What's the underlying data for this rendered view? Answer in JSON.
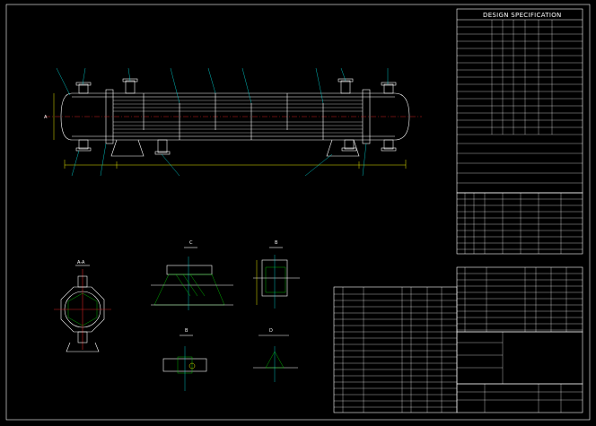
{
  "spec": {
    "title": "DESIGN SPECIFICATION"
  },
  "views": {
    "main": {
      "label": "A"
    },
    "section_a": {
      "label": "A-A"
    },
    "detail_c": {
      "label": "C"
    },
    "detail_b": {
      "label": "B"
    },
    "detail_d": {
      "label": "D"
    }
  },
  "colors": {
    "background": "#000000",
    "outline": "#ffffff",
    "dimension": "#e8e800",
    "centerline": "#d02020",
    "hatch": "#00c000",
    "leader": "#00d0d0",
    "accent": "#d000d0"
  }
}
